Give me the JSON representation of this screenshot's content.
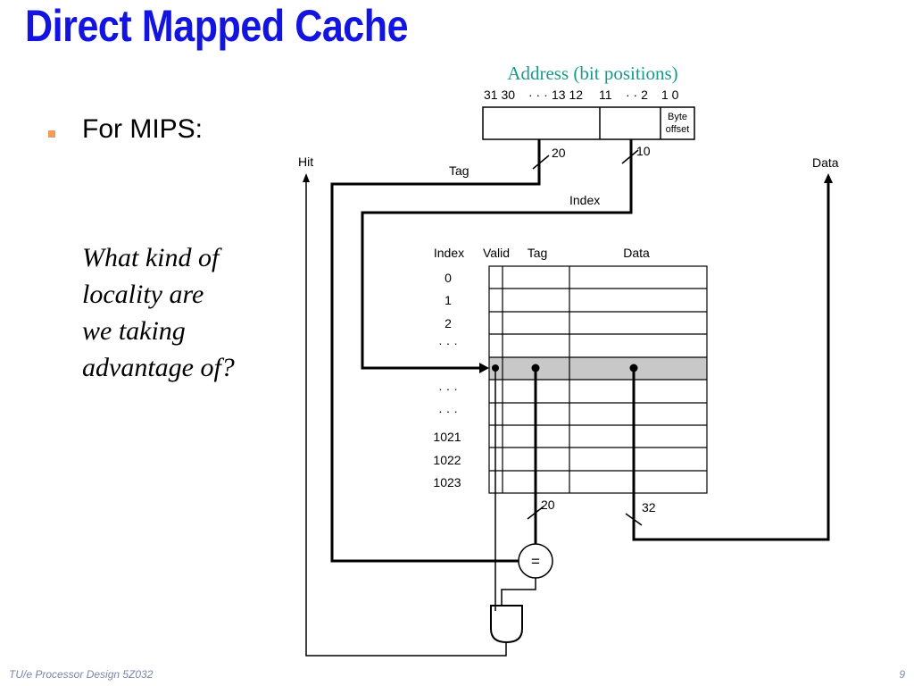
{
  "slide": {
    "title": "Direct Mapped Cache",
    "bullet": "For MIPS:",
    "question_lines": [
      "What kind of",
      "locality are",
      "we taking",
      "advantage of?"
    ],
    "footer_left": "TU/e Processor Design 5Z032",
    "footer_right": "9"
  },
  "diagram": {
    "address_label": "Address (bit positions)",
    "bit_positions": [
      "31 30",
      "· · ·",
      "13 12",
      "11",
      "· · 2",
      "1 0"
    ],
    "byte_offset": [
      "Byte",
      "offset"
    ],
    "width_tag": "20",
    "width_index": "10",
    "label_hit": "Hit",
    "label_tag": "Tag",
    "label_index": "Index",
    "label_data": "Data",
    "table_headers": [
      "Index",
      "Valid",
      "Tag",
      "Data"
    ],
    "row_indices": [
      "0",
      "1",
      "2",
      "· · ·",
      "· · ·",
      "· · ·",
      "1021",
      "1022",
      "1023"
    ],
    "width_tag_out": "20",
    "width_data_out": "32",
    "comparator_symbol": "="
  },
  "colors": {
    "title": "#1414e0",
    "bullet": "#f39a5e",
    "highlight_row": "#c8c8c8",
    "address_label": "#1a9a8a",
    "footer": "#7a87a8"
  }
}
